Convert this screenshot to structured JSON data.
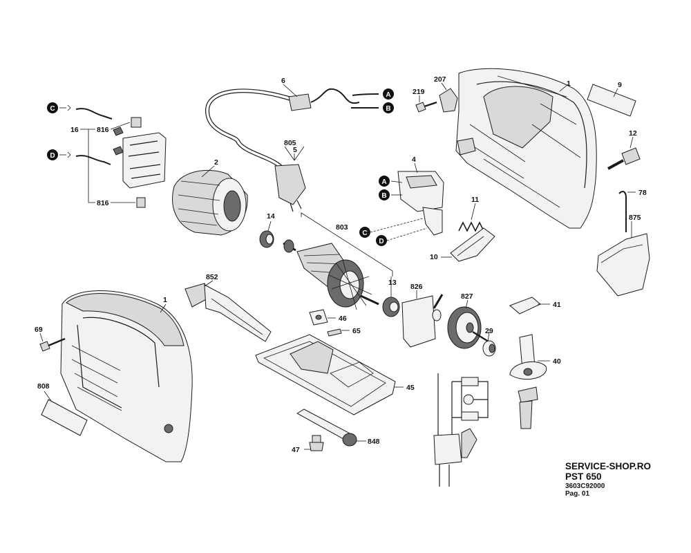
{
  "info_block": {
    "shop": "SERVICE-SHOP.RO",
    "model": "PST 650",
    "code": "3603C92000",
    "page": "Pag. 01"
  },
  "part_numbers": {
    "p1_housing_right": "1",
    "p1_housing_left": "1",
    "p2": "2",
    "p4": "4",
    "p5": "5",
    "p6": "6",
    "p9": "9",
    "p10": "10",
    "p11": "11",
    "p12": "12",
    "p13": "13",
    "p14": "14",
    "p16": "16",
    "p29": "29",
    "p40": "40",
    "p41": "41",
    "p45": "45",
    "p46": "46",
    "p47": "47",
    "p65": "65",
    "p69": "69",
    "p78": "78",
    "p207": "207",
    "p219": "219",
    "p803": "803",
    "p805": "805",
    "p808": "808",
    "p816_top": "816",
    "p816_bottom": "816",
    "p826": "826",
    "p827": "827",
    "p848": "848",
    "p852": "852",
    "p875": "875"
  },
  "connectors": {
    "a_cable": "A",
    "b_cable": "B",
    "a_switch": "A",
    "b_switch": "B",
    "c_brush": "C",
    "d_brush": "D",
    "c_switch": "C",
    "d_switch": "D"
  }
}
